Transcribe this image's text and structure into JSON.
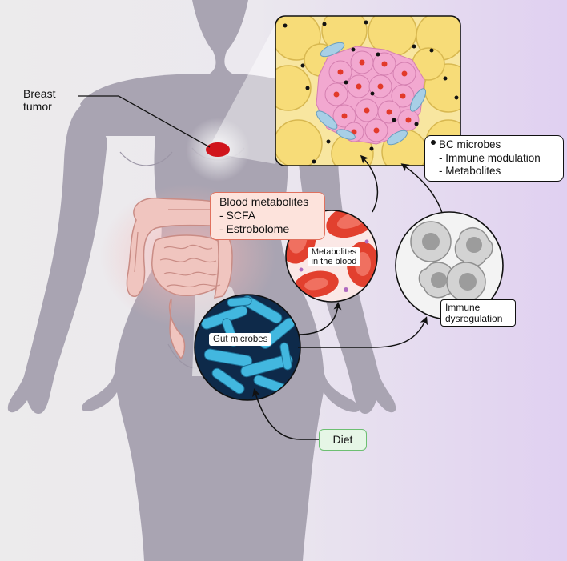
{
  "labels": {
    "breast_tumor": [
      "Breast",
      "tumor"
    ],
    "blood_metabolites": {
      "title": "Blood metabolites",
      "items": [
        "- SCFA",
        "- Estrobolome"
      ]
    },
    "bc_microbes": {
      "title": "BC microbes",
      "items": [
        "- Immune modulation",
        "- Metabolites"
      ]
    },
    "metabolites_blood": [
      "Metabolites",
      "in the blood"
    ],
    "immune_dysregulation": [
      "Immune",
      "dysregulation"
    ],
    "gut_microbes": "Gut microbes",
    "diet": "Diet"
  },
  "colors": {
    "background_left": "#ebe9ea",
    "background_right": "#e2d4f1",
    "body": "#a8a3b1",
    "tumor": "#d0141c",
    "blood_box_fill": "#fde3dc",
    "blood_box_border": "#e0715e",
    "diet_box_fill": "#e6f6e6",
    "diet_box_border": "#6dbf72",
    "bacteria": "#3fb7de",
    "adipocyte": "#f6dc7a",
    "cancer_cell": "#f2a6cf",
    "red_blood_cell": "#e2402e"
  }
}
